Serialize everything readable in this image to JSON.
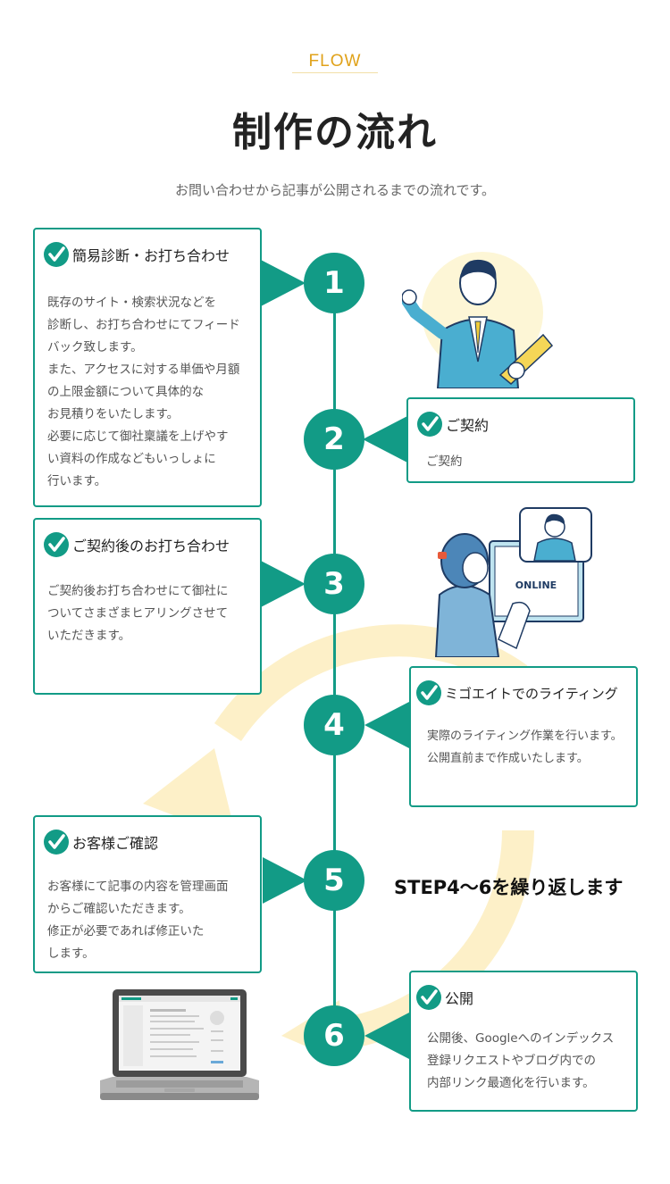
{
  "header": {
    "label": "FLOW",
    "title": "制作の流れ",
    "lead": "お問い合わせから記事が公開されるまでの流れです。"
  },
  "steps": [
    {
      "number": "1",
      "title": "簡易診断・お打ち合わせ",
      "body": "既存のサイト・検索状況などを\n診断し、お打ち合わせにてフィード\nバック致します。\nまた、アクセスに対する単価や月額\nの上限金額について具体的な\nお見積りをいたします。\n必要に応じて御社稟議を上げやす\nい資料の作成などもいっしょに\n行います。"
    },
    {
      "number": "2",
      "title": "ご契約",
      "body": "ご契約"
    },
    {
      "number": "3",
      "title": "ご契約後のお打ち合わせ",
      "body": "ご契約後お打ち合わせにて御社に\nついてさまざまヒアリングさせて\nいただきます。"
    },
    {
      "number": "4",
      "title": "ミゴエイトでのライティング",
      "body": "実際のライティング作業を行います。\n公開直前まで作成いたします。"
    },
    {
      "number": "5",
      "title": "お客様ご確認",
      "body": "お客様にて記事の内容を管理画面\nからご確認いただきます。\n修正が必要であれば修正いた\nします。"
    },
    {
      "number": "6",
      "title": "公開",
      "body": "公開後、Googleへのインデックス\n登録リクエストやブログ内での\n内部リンク最適化を行います。"
    }
  ],
  "repeat_note": "STEP4〜6を繰り返します",
  "illustrations": {
    "online_label": "ONLINE"
  },
  "colors": {
    "accent": "#129b86",
    "flow_label": "#e0a21a",
    "cycle_arrow": "#fdf0c8"
  }
}
